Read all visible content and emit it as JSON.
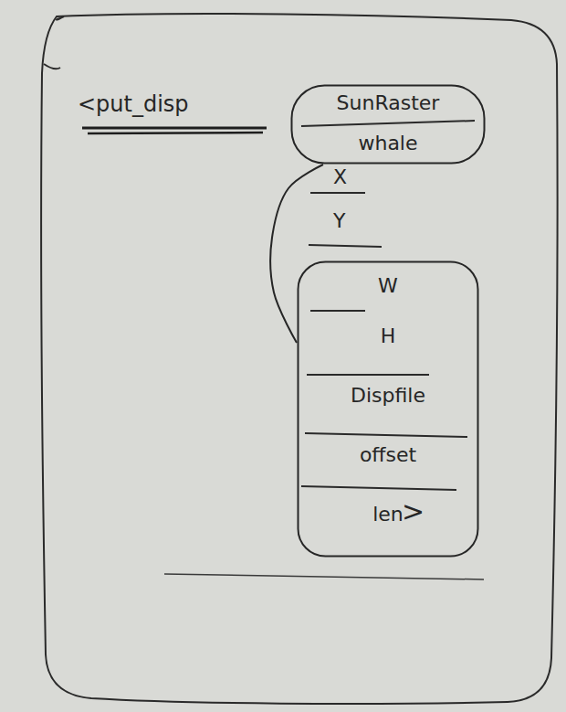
{
  "diagram": {
    "nodes": [
      {
        "text": [
          "SunRaster",
          "whale"
        ]
      },
      {
        "text": [
          "W",
          "H",
          "Dispfile",
          "offset",
          "len"
        ]
      }
    ],
    "edges": [
      {
        "from": 0,
        "to": 1,
        "arrow": "none"
      }
    ],
    "labels": [
      "<put_disp",
      "X",
      "Y",
      ">"
    ]
  }
}
